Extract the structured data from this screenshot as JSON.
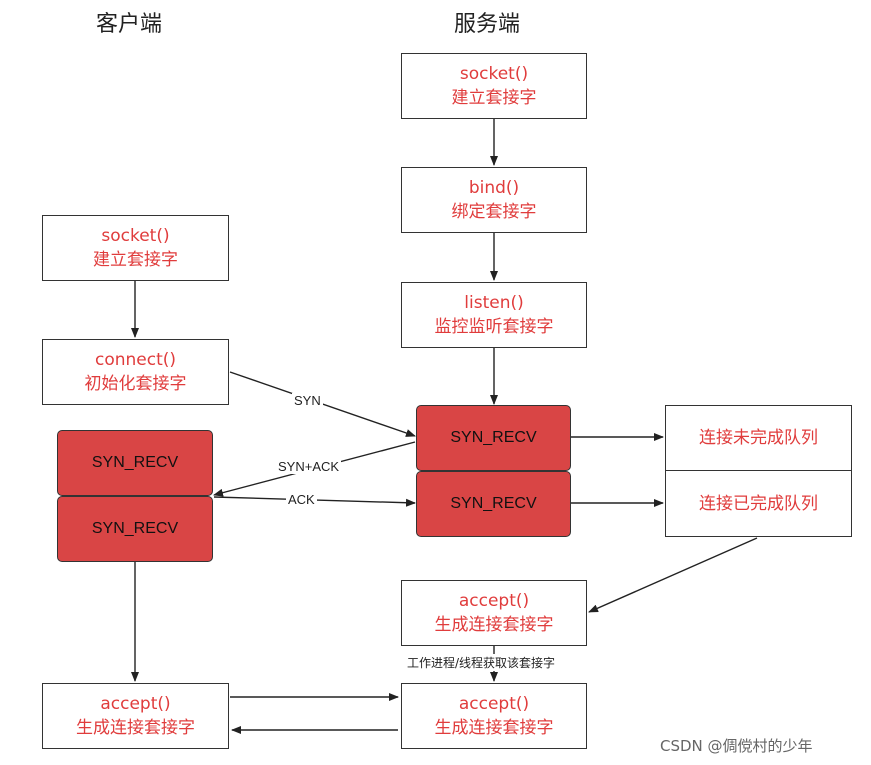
{
  "headers": {
    "client": "客户端",
    "server": "服务端"
  },
  "client": {
    "socket": {
      "func": "socket()",
      "desc": "建立套接字"
    },
    "connect": {
      "func": "connect()",
      "desc": "初始化套接字"
    },
    "syn_recv_1": "SYN_RECV",
    "syn_recv_2": "SYN_RECV",
    "accept": {
      "func": "accept()",
      "desc": "生成连接套接字"
    }
  },
  "server": {
    "socket": {
      "func": "socket()",
      "desc": "建立套接字"
    },
    "bind": {
      "func": "bind()",
      "desc": "绑定套接字"
    },
    "listen": {
      "func": "listen()",
      "desc": "监控监听套接字"
    },
    "syn_recv_1": "SYN_RECV",
    "syn_recv_2": "SYN_RECV",
    "queue_incomplete": "连接未完成队列",
    "queue_complete": "连接已完成队列",
    "accept": {
      "func": "accept()",
      "desc": "生成连接套接字"
    },
    "accept2": {
      "func": "accept()",
      "desc": "生成连接套接字"
    }
  },
  "edge_labels": {
    "syn": "SYN",
    "syn_ack": "SYN+ACK",
    "ack": "ACK",
    "worker": "工作进程/线程获取该套接字"
  },
  "watermark": "CSDN @倜傥村的少年",
  "colors": {
    "box_text": "#e03c3c",
    "state_fill": "#d94545",
    "line": "#222222"
  }
}
